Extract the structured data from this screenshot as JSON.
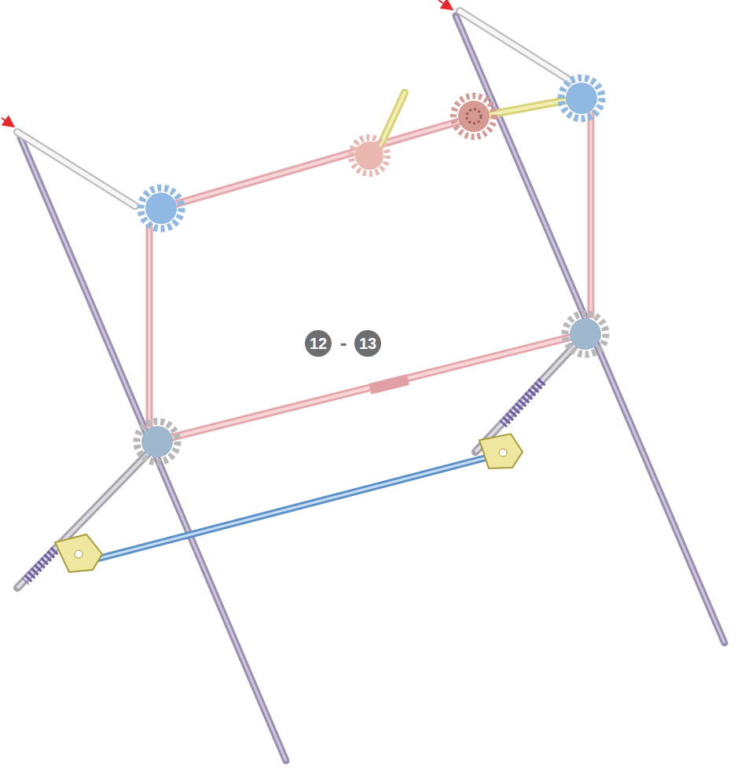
{
  "diagram": {
    "labels": [
      "12",
      "-",
      "13"
    ]
  }
}
